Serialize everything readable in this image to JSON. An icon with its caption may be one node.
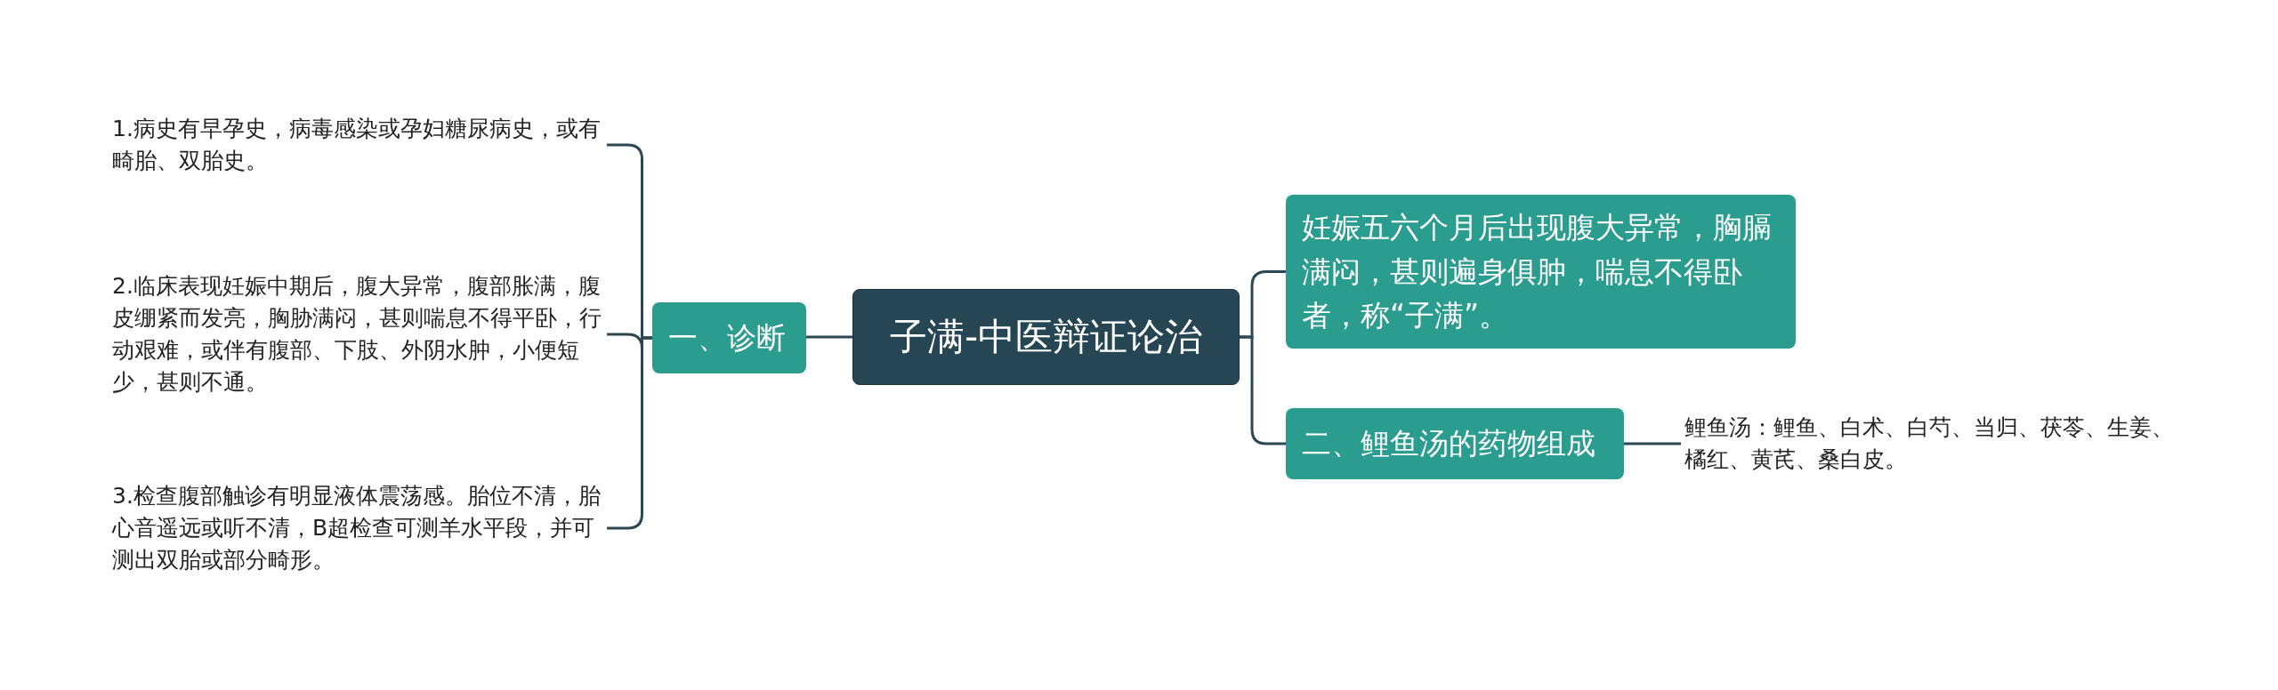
{
  "diagram": {
    "nodes": [
      {
        "text": [
          "子满-中医辩证论治"
        ]
      },
      {
        "text": [
          "一、诊断"
        ]
      },
      {
        "text": [
          "1.病史有早孕史，病毒感染或孕妇糖尿病史，或有畸胎、双胎史。"
        ]
      },
      {
        "text": [
          "2.临床表现妊娠中期后，腹大异常，腹部胀满，腹皮绷紧而发亮，胸胁满闷，甚则喘息不得平卧，行动艰难，或伴有腹部、下肢、外阴水肿，小便短少，甚则不通。"
        ]
      },
      {
        "text": [
          "3.检查腹部触诊有明显液体震荡感。胎位不清，胎心音遥远或听不清，B超检查可测羊水平段，并可测出双胎或部分畸形。"
        ]
      },
      {
        "text": [
          "妊娠五六个月后出现腹大异常，胸膈满闷，甚则遍身俱肿，喘息不得卧者，称“子满”。"
        ]
      },
      {
        "text": [
          "二、鲤鱼汤的药物组成"
        ]
      },
      {
        "text": [
          "鲤鱼汤：鲤鱼、白术、白芍、当归、茯苓、生姜、橘红、黄芪、桑白皮。"
        ]
      }
    ],
    "edges": [
      {
        "from": 0,
        "to": 1,
        "arrow": "none"
      },
      {
        "from": 1,
        "to": 2,
        "arrow": "none"
      },
      {
        "from": 1,
        "to": 3,
        "arrow": "none"
      },
      {
        "from": 1,
        "to": 4,
        "arrow": "none"
      },
      {
        "from": 0,
        "to": 5,
        "arrow": "none"
      },
      {
        "from": 0,
        "to": 6,
        "arrow": "none"
      },
      {
        "from": 6,
        "to": 7,
        "arrow": "none"
      }
    ]
  }
}
